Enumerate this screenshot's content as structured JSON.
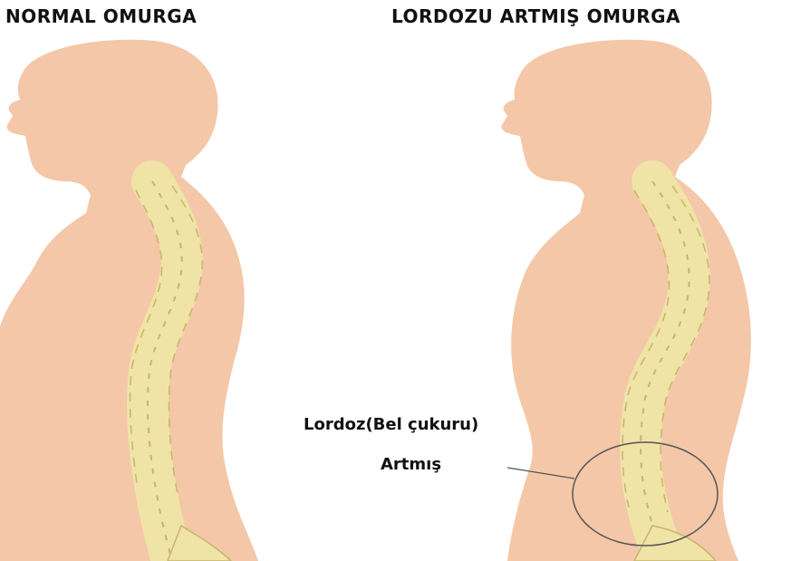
{
  "titles": {
    "left": "NORMAL OMURGA",
    "right": "LORDOZU ARTMIŞ OMURGA"
  },
  "annotation": {
    "line1": "Lordoz(Bel çukuru)",
    "line2": "Artmış"
  },
  "colors": {
    "skin": "#f3c7a8",
    "vertebra": "#f0e3a6",
    "vertebra_outline": "#c7b56c",
    "annotation_line": "#555555"
  }
}
